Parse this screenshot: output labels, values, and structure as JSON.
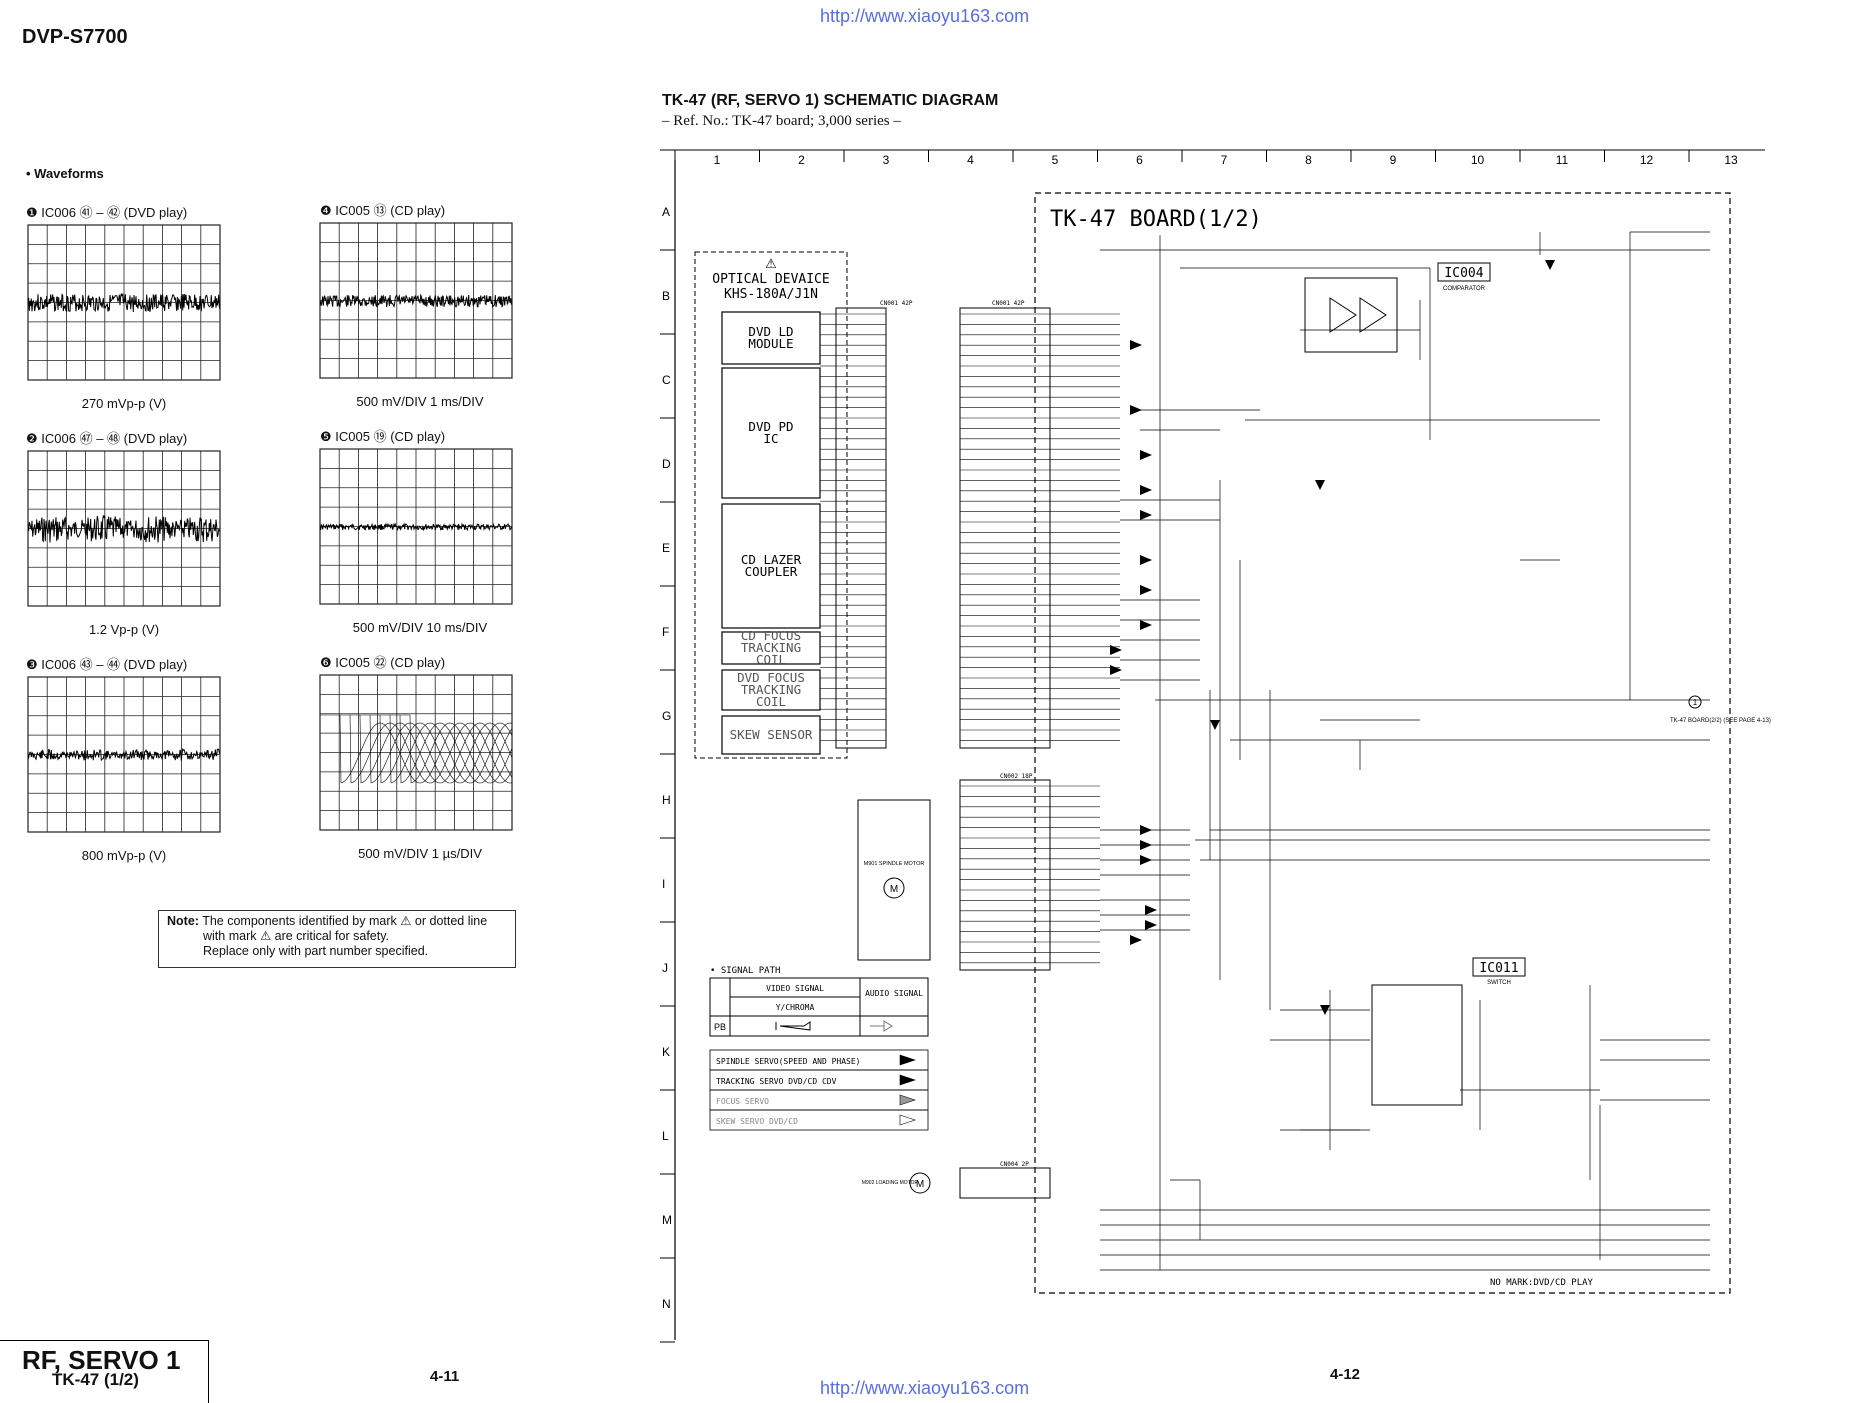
{
  "header": {
    "url_top": "http://www.xiaoyu163.com",
    "model": "DVP-S7700",
    "schematic_title": "TK-47 (RF, SERVO 1) SCHEMATIC  DIAGRAM",
    "schematic_sub": "– Ref. No.: TK-47 board; 3,000 series –"
  },
  "waveforms": {
    "heading": "• Waveforms",
    "items": [
      {
        "num": "❶",
        "label": "IC006 ㊶ – ㊷ (DVD play)",
        "caption": "270 mVp-p (V)"
      },
      {
        "num": "❷",
        "label": "IC006 ㊼ – ㊽ (DVD play)",
        "caption": "1.2 Vp-p (V)"
      },
      {
        "num": "❸",
        "label": "IC006 ㊸ – ㊹ (DVD play)",
        "caption": "800 mVp-p (V)"
      },
      {
        "num": "❹",
        "label": "IC005 ⑬ (CD play)",
        "caption": "500 mV/DIV    1 ms/DIV"
      },
      {
        "num": "❺",
        "label": "IC005 ⑲ (CD play)",
        "caption": "500 mV/DIV    10 ms/DIV"
      },
      {
        "num": "❻",
        "label": "IC005 ㉒ (CD play)",
        "caption": "500 mV/DIV    1 µs/DIV"
      }
    ]
  },
  "note": {
    "label": "Note:",
    "line1": "The components identified by mark ⚠ or dotted line",
    "line2": "with mark ⚠ are critical for safety.",
    "line3": "Replace only with part number specified."
  },
  "grid": {
    "cols": [
      "1",
      "2",
      "3",
      "4",
      "5",
      "6",
      "7",
      "8",
      "9",
      "10",
      "11",
      "12",
      "13"
    ],
    "rows": [
      "A",
      "B",
      "C",
      "D",
      "E",
      "F",
      "G",
      "H",
      "I",
      "J",
      "K",
      "L",
      "M",
      "N"
    ]
  },
  "board": {
    "title": "TK-47 BOARD(1/2)",
    "optical": [
      "⚠",
      "OPTICAL DEVAICE",
      "KHS-180A/J1N"
    ],
    "blocks": [
      "DVD LD MODULE",
      "DVD PD IC",
      "CD LAZER COUPLER",
      "CD FOCUS TRACKING COIL",
      "DVD FOCUS TRACKING COIL",
      "SKEW SENSOR"
    ],
    "ic004": "IC004",
    "ic004_sub": "COMPARATOR",
    "ic011": "IC011",
    "ic011_sub": "SWITCH",
    "cn001": "CN001  42P",
    "cn002": "CN002  18P",
    "cn004": "CN004  2P",
    "m901": "M901 SPINDLE MOTOR",
    "m902": "M902 LOADING MOTOR",
    "ref_note": "TK-47 BOARD(2/2) (SEE PAGE 4-13)",
    "no_mark": "NO MARK:DVD/CD PLAY"
  },
  "signal_path": {
    "title": "• SIGNAL PATH",
    "video": "VIDEO SIGNAL",
    "ychroma": "Y/CHROMA",
    "audio": "AUDIO SIGNAL",
    "pb": "PB",
    "legend": [
      "SPINDLE SERVO(SPEED AND PHASE)",
      "TRACKING SERVO DVD/CD CDV",
      "FOCUS SERVO",
      "SKEW SERVO DVD/CD"
    ]
  },
  "footer": {
    "title": "RF, SERVO 1",
    "sub": "TK-47 (1/2)",
    "page_left": "4-11",
    "page_right": "4-12",
    "url_bottom": "http://www.xiaoyu163.com"
  }
}
